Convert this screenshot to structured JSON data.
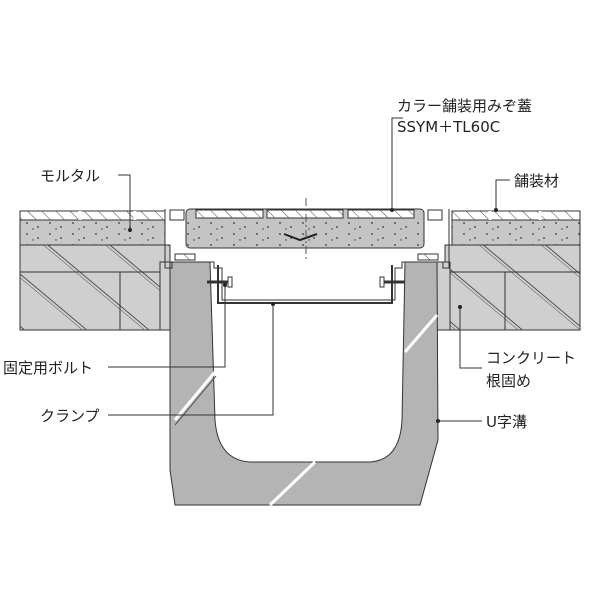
{
  "labels": {
    "cover_name": "カラー舗装用みぞ蓋",
    "cover_model": "SSYM＋TL60C",
    "mortar": "モルタル",
    "paving": "舗装材",
    "bolt": "固定用ボルト",
    "clamp": "クランプ",
    "concrete_line1": "コンクリート",
    "concrete_line2": "根固め",
    "u_ditch": "U字溝"
  },
  "colors": {
    "fill_gray": "#b4b4b4",
    "base_gray": "#cfcfcf",
    "line": "#333333"
  }
}
